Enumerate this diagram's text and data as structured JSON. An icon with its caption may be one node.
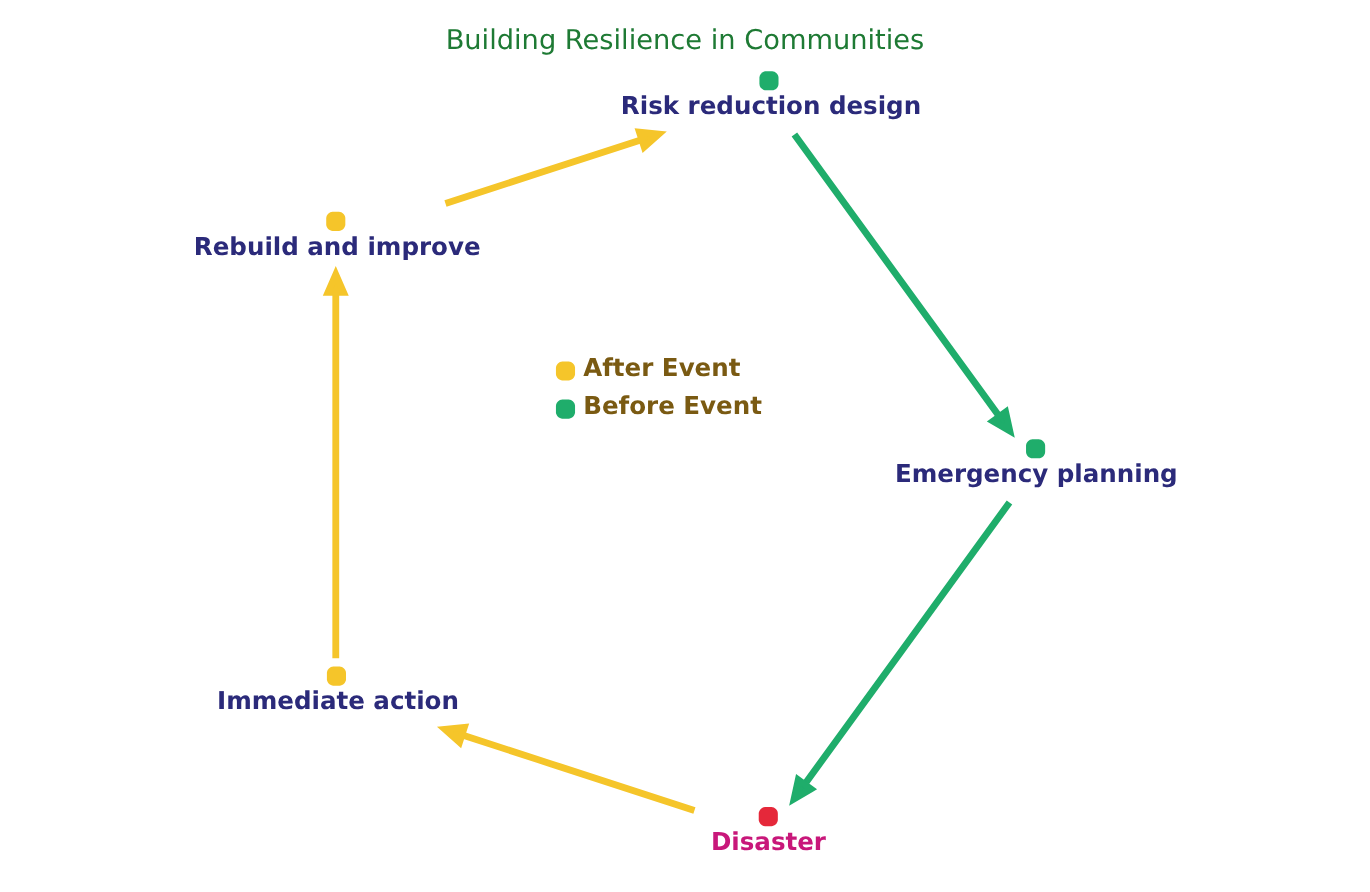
{
  "diagram": {
    "title": "Building Resilience in Communities",
    "nodes": [
      {
        "text": [
          "Disaster"
        ]
      },
      {
        "text": [
          "Immediate action"
        ]
      },
      {
        "text": [
          "Rebuild and improve"
        ]
      },
      {
        "text": [
          "Risk reduction design"
        ]
      },
      {
        "text": [
          "Emergency planning"
        ]
      }
    ],
    "edges": [
      {
        "from": 0,
        "to": 1,
        "arrow": "to"
      },
      {
        "from": 1,
        "to": 2,
        "arrow": "to"
      },
      {
        "from": 2,
        "to": 3,
        "arrow": "to"
      },
      {
        "from": 3,
        "to": 4,
        "arrow": "to",
        "color": "#1fad6b"
      },
      {
        "from": 4,
        "to": 0,
        "arrow": "to",
        "color": "#1fad6b"
      }
    ],
    "legend": [
      {
        "text": "After Event",
        "color": "#f5c52a"
      },
      {
        "text": "Before Event",
        "color": "#1fad6b"
      }
    ]
  }
}
